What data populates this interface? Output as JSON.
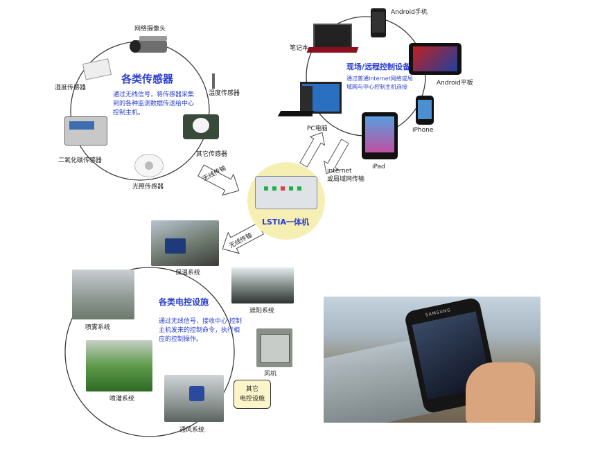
{
  "sensors": {
    "title": "各类传感器",
    "desc_lines": [
      "通过无线信号，将传感器采集",
      "到的各种监测数据传送给中心",
      "控制主机。"
    ],
    "labels": {
      "camera": "网络摄像头",
      "humidity": "湿度传感器",
      "temperature": "温度传感器",
      "co2": "二氧化碳传感器",
      "light": "光照传感器",
      "other": "其它传感器"
    }
  },
  "remote": {
    "title": "现场/远程控制设备",
    "desc_lines": [
      "通过普通Internet网络或局",
      "域网与中心控制主机连接"
    ],
    "labels": {
      "android_phone": "Android手机",
      "laptop": "笔记本",
      "android_tablet": "Android平板",
      "pc": "PC电脑",
      "iphone": "iPhone",
      "ipad": "iPad"
    }
  },
  "hub": {
    "label": "LSTIA一体机"
  },
  "arrows": {
    "wireless_1": "无线传输",
    "wireless_2": "无线传输",
    "internet_line1": "internet",
    "internet_line2": "或局域网传输"
  },
  "control": {
    "title": "各类电控设施",
    "desc_lines": [
      "通过无线信号，接收中心 控制",
      "主机发来的控制命令，执行相",
      "应的控制操作。"
    ],
    "labels": {
      "insulation": "保温系统",
      "mist": "喷雾系统",
      "shade": "遮阳系统",
      "fan": "风机",
      "irrigation": "喷灌系统",
      "ventilation": "通风系统",
      "other_line1": "其它",
      "other_line2": "电控设施"
    }
  },
  "phone_brand": "SAMSUNG"
}
